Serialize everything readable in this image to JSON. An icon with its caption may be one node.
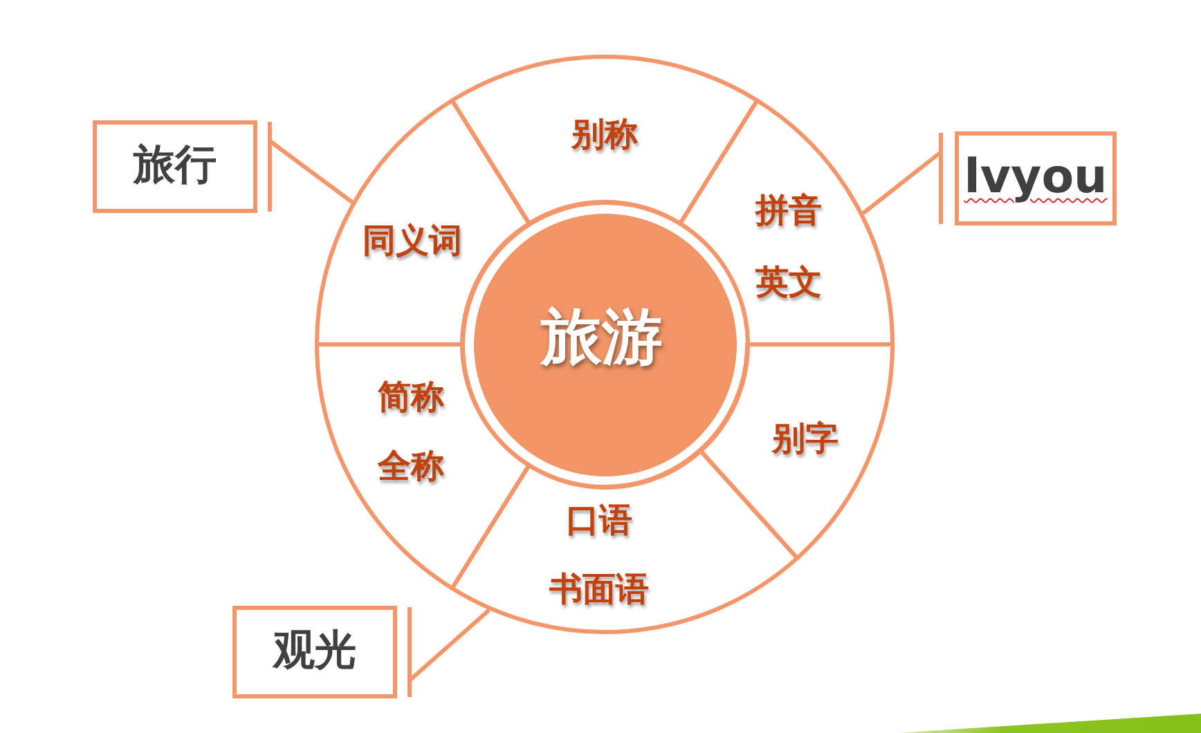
{
  "diagram": {
    "nodes": [
      {
        "text": [
          "旅行"
        ]
      },
      {
        "text": [
          "别称"
        ]
      },
      {
        "text": [
          "lvyou"
        ]
      },
      {
        "text": [
          "同义词"
        ]
      },
      {
        "text": [
          "拼音",
          "英文"
        ]
      },
      {
        "text": [
          "旅游"
        ]
      },
      {
        "text": [
          "简称",
          "全称"
        ]
      },
      {
        "text": [
          "别字"
        ]
      },
      {
        "text": [
          "口语",
          "书面语"
        ]
      },
      {
        "text": [
          "观光"
        ]
      }
    ],
    "edges": [
      {
        "from": 0,
        "to": 3,
        "arrow": "none"
      },
      {
        "from": 2,
        "to": 4,
        "arrow": "none"
      },
      {
        "from": 9,
        "to": 8,
        "arrow": "none"
      }
    ]
  }
}
